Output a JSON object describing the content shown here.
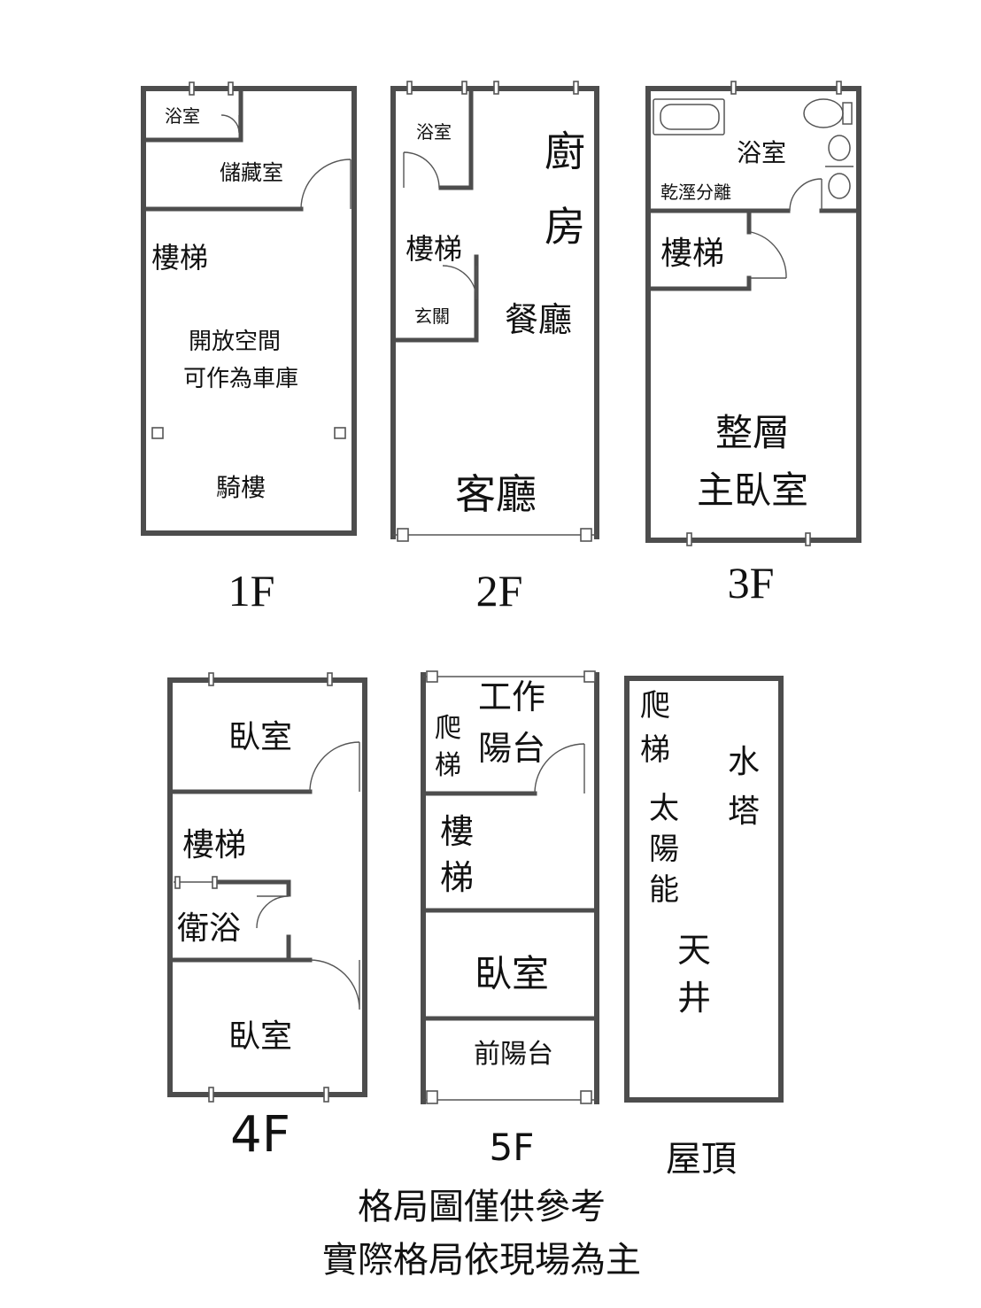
{
  "floors": {
    "f1": {
      "label": "1F",
      "rooms": {
        "bath": "浴室",
        "storage": "儲藏室",
        "stairs": "樓梯",
        "open_space_1": "開放空間",
        "open_space_2": "可作為車庫",
        "arcade": "騎樓"
      }
    },
    "f2": {
      "label": "2F",
      "rooms": {
        "bath": "浴室",
        "kitchen_1": "廚",
        "kitchen_2": "房",
        "stairs": "樓梯",
        "entry": "玄關",
        "dining": "餐廳",
        "living": "客廳"
      }
    },
    "f3": {
      "label": "3F",
      "rooms": {
        "bath": "浴室",
        "dry_wet": "乾溼分離",
        "stairs": "樓梯",
        "master_1": "整層",
        "master_2": "主臥室"
      }
    },
    "f4": {
      "label": "4F",
      "rooms": {
        "bedroom_top": "臥室",
        "stairs": "樓梯",
        "bath": "衛浴",
        "bedroom_bottom": "臥室"
      }
    },
    "f5": {
      "label": "5F",
      "rooms": {
        "ladder_1": "爬",
        "ladder_2": "梯",
        "work_balcony_1": "工作",
        "work_balcony_2": "陽台",
        "stairs_1": "樓",
        "stairs_2": "梯",
        "bedroom": "臥室",
        "front_balcony": "前陽台"
      }
    },
    "roof": {
      "label": "屋頂",
      "rooms": {
        "ladder_1": "爬",
        "ladder_2": "梯",
        "water_tower_1": "水",
        "water_tower_2": "塔",
        "solar_1": "太",
        "solar_2": "陽",
        "solar_3": "能",
        "skylight_1": "天",
        "skylight_2": "井"
      }
    }
  },
  "notes": {
    "line1": "格局圖僅供參考",
    "line2": "實際格局依現場為主"
  }
}
